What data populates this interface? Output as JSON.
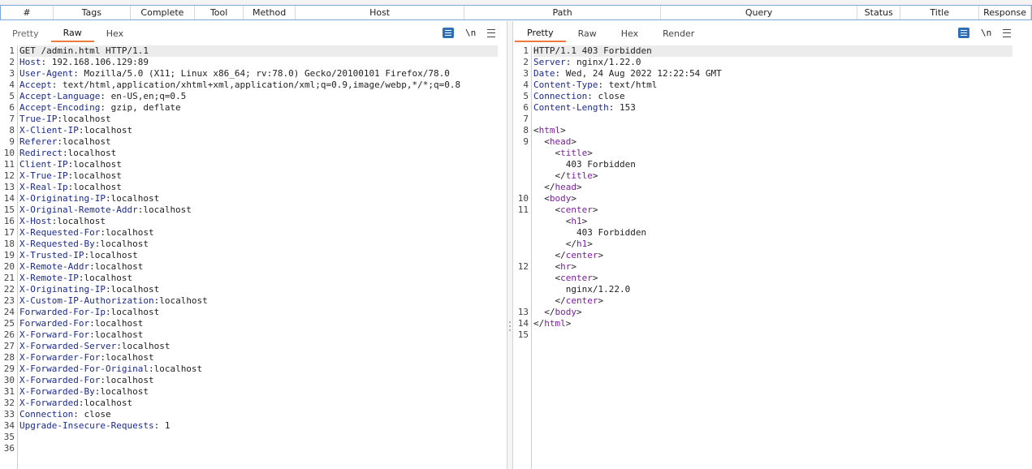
{
  "table_header": {
    "columns": [
      "#",
      "Tags",
      "Complete",
      "Tool",
      "Method",
      "Host",
      "Path",
      "Query",
      "Status",
      "Title",
      "Response"
    ]
  },
  "request": {
    "tabs": [
      "Pretty",
      "Raw",
      "Hex"
    ],
    "active_tab": "Raw",
    "newline_toggle": "\\n",
    "lines": [
      {
        "key": "",
        "value": "GET /admin.html HTTP/1.1"
      },
      {
        "key": "Host",
        "value": ": 192.168.106.129:89"
      },
      {
        "key": "User-Agent",
        "value": ": Mozilla/5.0 (X11; Linux x86_64; rv:78.0) Gecko/20100101 Firefox/78.0"
      },
      {
        "key": "Accept",
        "value": ": text/html,application/xhtml+xml,application/xml;q=0.9,image/webp,*/*;q=0.8"
      },
      {
        "key": "Accept-Language",
        "value": ": en-US,en;q=0.5"
      },
      {
        "key": "Accept-Encoding",
        "value": ": gzip, deflate"
      },
      {
        "key": "True-IP",
        "value": ":localhost"
      },
      {
        "key": "X-Client-IP",
        "value": ":localhost"
      },
      {
        "key": "Referer",
        "value": ":localhost"
      },
      {
        "key": "Redirect",
        "value": ":localhost"
      },
      {
        "key": "Client-IP",
        "value": ":localhost"
      },
      {
        "key": "X-True-IP",
        "value": ":localhost"
      },
      {
        "key": "X-Real-Ip",
        "value": ":localhost"
      },
      {
        "key": "X-Originating-IP",
        "value": ":localhost"
      },
      {
        "key": "X-Original-Remote-Addr",
        "value": ":localhost"
      },
      {
        "key": "X-Host",
        "value": ":localhost"
      },
      {
        "key": "X-Requested-For",
        "value": ":localhost"
      },
      {
        "key": "X-Requested-By",
        "value": ":localhost"
      },
      {
        "key": "X-Trusted-IP",
        "value": ":localhost"
      },
      {
        "key": "X-Remote-Addr",
        "value": ":localhost"
      },
      {
        "key": "X-Remote-IP",
        "value": ":localhost"
      },
      {
        "key": "X-Originating-IP",
        "value": ":localhost"
      },
      {
        "key": "X-Custom-IP-Authorization",
        "value": ":localhost"
      },
      {
        "key": "Forwarded-For-Ip",
        "value": ":localhost"
      },
      {
        "key": "Forwarded-For",
        "value": ":localhost"
      },
      {
        "key": "X-Forward-For",
        "value": ":localhost"
      },
      {
        "key": "X-Forwarded-Server",
        "value": ":localhost"
      },
      {
        "key": "X-Forwarder-For",
        "value": ":localhost"
      },
      {
        "key": "X-Forwarded-For-Original",
        "value": ":localhost"
      },
      {
        "key": "X-Forwarded-For",
        "value": ":localhost"
      },
      {
        "key": "X-Forwarded-By",
        "value": ":localhost"
      },
      {
        "key": "X-Forwarded",
        "value": ":localhost"
      },
      {
        "key": "Connection",
        "value": ": close"
      },
      {
        "key": "Upgrade-Insecure-Requests",
        "value": ": 1"
      },
      {
        "key": "",
        "value": ""
      },
      {
        "key": "",
        "value": ""
      }
    ]
  },
  "response": {
    "tabs": [
      "Pretty",
      "Raw",
      "Hex",
      "Render"
    ],
    "active_tab": "Pretty",
    "newline_toggle": "\\n",
    "lines": [
      {
        "num": "1",
        "parts": [
          {
            "t": "HTTP/1.1 403 Forbidden",
            "c": "b"
          }
        ]
      },
      {
        "num": "2",
        "parts": [
          {
            "t": "Server",
            "c": "k"
          },
          {
            "t": ": nginx/1.22.0",
            "c": "b"
          }
        ]
      },
      {
        "num": "3",
        "parts": [
          {
            "t": "Date",
            "c": "k"
          },
          {
            "t": ": Wed, 24 Aug 2022 12:22:54 GMT",
            "c": "b"
          }
        ]
      },
      {
        "num": "4",
        "parts": [
          {
            "t": "Content-Type",
            "c": "k"
          },
          {
            "t": ": text/html",
            "c": "b"
          }
        ]
      },
      {
        "num": "5",
        "parts": [
          {
            "t": "Connection",
            "c": "k"
          },
          {
            "t": ": close",
            "c": "b"
          }
        ]
      },
      {
        "num": "6",
        "parts": [
          {
            "t": "Content-Length",
            "c": "k"
          },
          {
            "t": ": 153",
            "c": "b"
          }
        ]
      },
      {
        "num": "7",
        "parts": []
      },
      {
        "num": "8",
        "parts": [
          {
            "t": "<",
            "c": "b"
          },
          {
            "t": "html",
            "c": "tag"
          },
          {
            "t": ">",
            "c": "b"
          }
        ]
      },
      {
        "num": "9",
        "parts": [
          {
            "t": "  <",
            "c": "b"
          },
          {
            "t": "head",
            "c": "tag"
          },
          {
            "t": ">",
            "c": "b"
          }
        ]
      },
      {
        "num": "",
        "parts": [
          {
            "t": "    <",
            "c": "b"
          },
          {
            "t": "title",
            "c": "tag"
          },
          {
            "t": ">",
            "c": "b"
          }
        ]
      },
      {
        "num": "",
        "parts": [
          {
            "t": "      403 Forbidden",
            "c": "b"
          }
        ]
      },
      {
        "num": "",
        "parts": [
          {
            "t": "    </",
            "c": "b"
          },
          {
            "t": "title",
            "c": "tag"
          },
          {
            "t": ">",
            "c": "b"
          }
        ]
      },
      {
        "num": "",
        "parts": [
          {
            "t": "  </",
            "c": "b"
          },
          {
            "t": "head",
            "c": "tag"
          },
          {
            "t": ">",
            "c": "b"
          }
        ]
      },
      {
        "num": "10",
        "parts": [
          {
            "t": "  <",
            "c": "b"
          },
          {
            "t": "body",
            "c": "tag"
          },
          {
            "t": ">",
            "c": "b"
          }
        ]
      },
      {
        "num": "11",
        "parts": [
          {
            "t": "    <",
            "c": "b"
          },
          {
            "t": "center",
            "c": "tag"
          },
          {
            "t": ">",
            "c": "b"
          }
        ]
      },
      {
        "num": "",
        "parts": [
          {
            "t": "      <",
            "c": "b"
          },
          {
            "t": "h1",
            "c": "tag"
          },
          {
            "t": ">",
            "c": "b"
          }
        ]
      },
      {
        "num": "",
        "parts": [
          {
            "t": "        403 Forbidden",
            "c": "b"
          }
        ]
      },
      {
        "num": "",
        "parts": [
          {
            "t": "      </",
            "c": "b"
          },
          {
            "t": "h1",
            "c": "tag"
          },
          {
            "t": ">",
            "c": "b"
          }
        ]
      },
      {
        "num": "",
        "parts": [
          {
            "t": "    </",
            "c": "b"
          },
          {
            "t": "center",
            "c": "tag"
          },
          {
            "t": ">",
            "c": "b"
          }
        ]
      },
      {
        "num": "12",
        "parts": [
          {
            "t": "    <",
            "c": "b"
          },
          {
            "t": "hr",
            "c": "tag"
          },
          {
            "t": ">",
            "c": "b"
          }
        ]
      },
      {
        "num": "",
        "parts": [
          {
            "t": "    <",
            "c": "b"
          },
          {
            "t": "center",
            "c": "tag"
          },
          {
            "t": ">",
            "c": "b"
          }
        ]
      },
      {
        "num": "",
        "parts": [
          {
            "t": "      nginx/1.22.0",
            "c": "b"
          }
        ]
      },
      {
        "num": "",
        "parts": [
          {
            "t": "    </",
            "c": "b"
          },
          {
            "t": "center",
            "c": "tag"
          },
          {
            "t": ">",
            "c": "b"
          }
        ]
      },
      {
        "num": "13",
        "parts": [
          {
            "t": "  </",
            "c": "b"
          },
          {
            "t": "body",
            "c": "tag"
          },
          {
            "t": ">",
            "c": "b"
          }
        ]
      },
      {
        "num": "14",
        "parts": [
          {
            "t": "</",
            "c": "b"
          },
          {
            "t": "html",
            "c": "tag"
          },
          {
            "t": ">",
            "c": "b"
          }
        ]
      },
      {
        "num": "15",
        "parts": []
      }
    ]
  },
  "colors": {
    "accent": "#f07a3c",
    "header_key": "#1c2a8a",
    "html_tag": "#7a1f9a",
    "tool_icon": "#2f6fb5"
  }
}
